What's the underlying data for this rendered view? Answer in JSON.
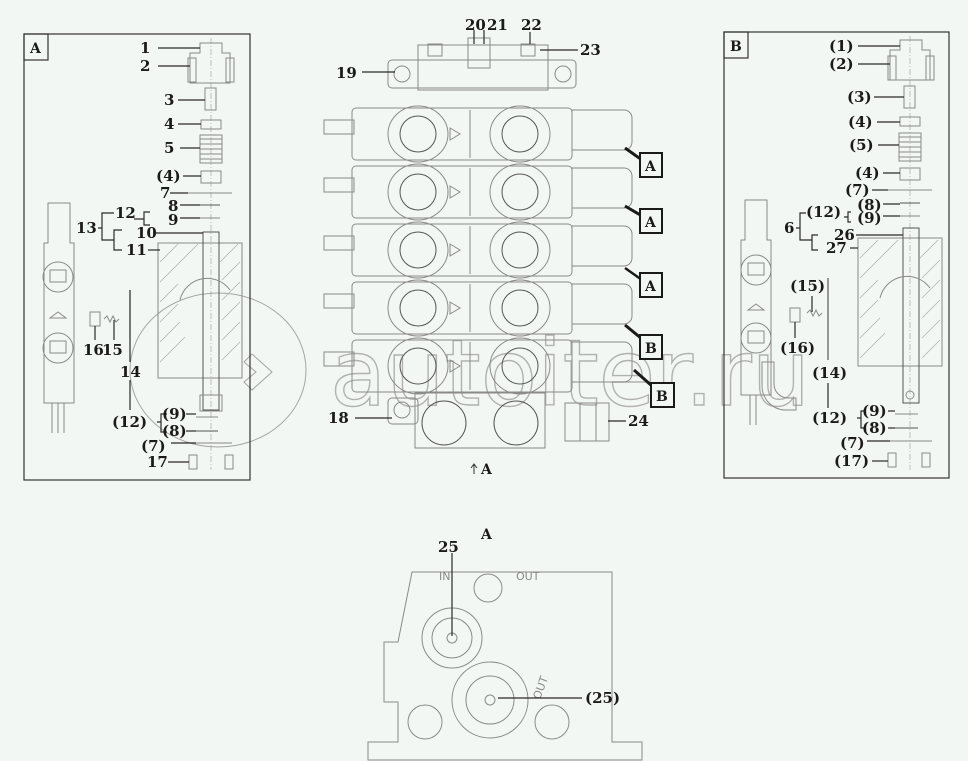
{
  "diagram": {
    "title": "Multi-way control valve exploded parts diagram",
    "colors": {
      "background": "#f3f7f3",
      "ink": "#1a1a1a",
      "part_lines": "#8a8a8a"
    },
    "panel_a": {
      "tag": "A",
      "labels": {
        "p1": "1",
        "p2": "2",
        "p3": "3",
        "p4": "4",
        "p5": "5",
        "p4b": "(4)",
        "p7": "7",
        "p8": "8",
        "p9": "9",
        "p12": "12",
        "p13": "13",
        "p10": "10",
        "p11": "11",
        "p16": "16",
        "p15": "15",
        "p14": "14",
        "p12b": "(12)",
        "p9b": "(9)",
        "p8b": "(8)",
        "p7b": "(7)",
        "p17": "17"
      }
    },
    "panel_b": {
      "tag": "B",
      "labels": {
        "p1": "(1)",
        "p2": "(2)",
        "p3": "(3)",
        "p4": "(4)",
        "p5": "(5)",
        "p4b": "(4)",
        "p7": "(7)",
        "p8": "(8)",
        "p9": "(9)",
        "p12": "(12)",
        "p6": "6",
        "p26": "26",
        "p27": "27",
        "p15": "(15)",
        "p16": "(16)",
        "p14": "(14)",
        "p12b": "(12)",
        "p9b": "(9)",
        "p8b": "(8)",
        "p7b": "(7)",
        "p17": "(17)"
      }
    },
    "main_valve": {
      "labels": {
        "p19": "19",
        "p20": "20",
        "p21": "21",
        "p22": "22",
        "p23": "23",
        "p18": "18",
        "p24": "24"
      },
      "section_callouts": [
        "A",
        "A",
        "A",
        "B",
        "B"
      ],
      "view_arrow": "A",
      "sections": 5
    },
    "view_a": {
      "title": "A",
      "labels": {
        "p25": "25",
        "p25b": "(25)"
      },
      "port_in": "IN",
      "port_out": "OUT",
      "port_out2": "OUT"
    },
    "watermark": {
      "text": "autoiter.ru"
    }
  }
}
